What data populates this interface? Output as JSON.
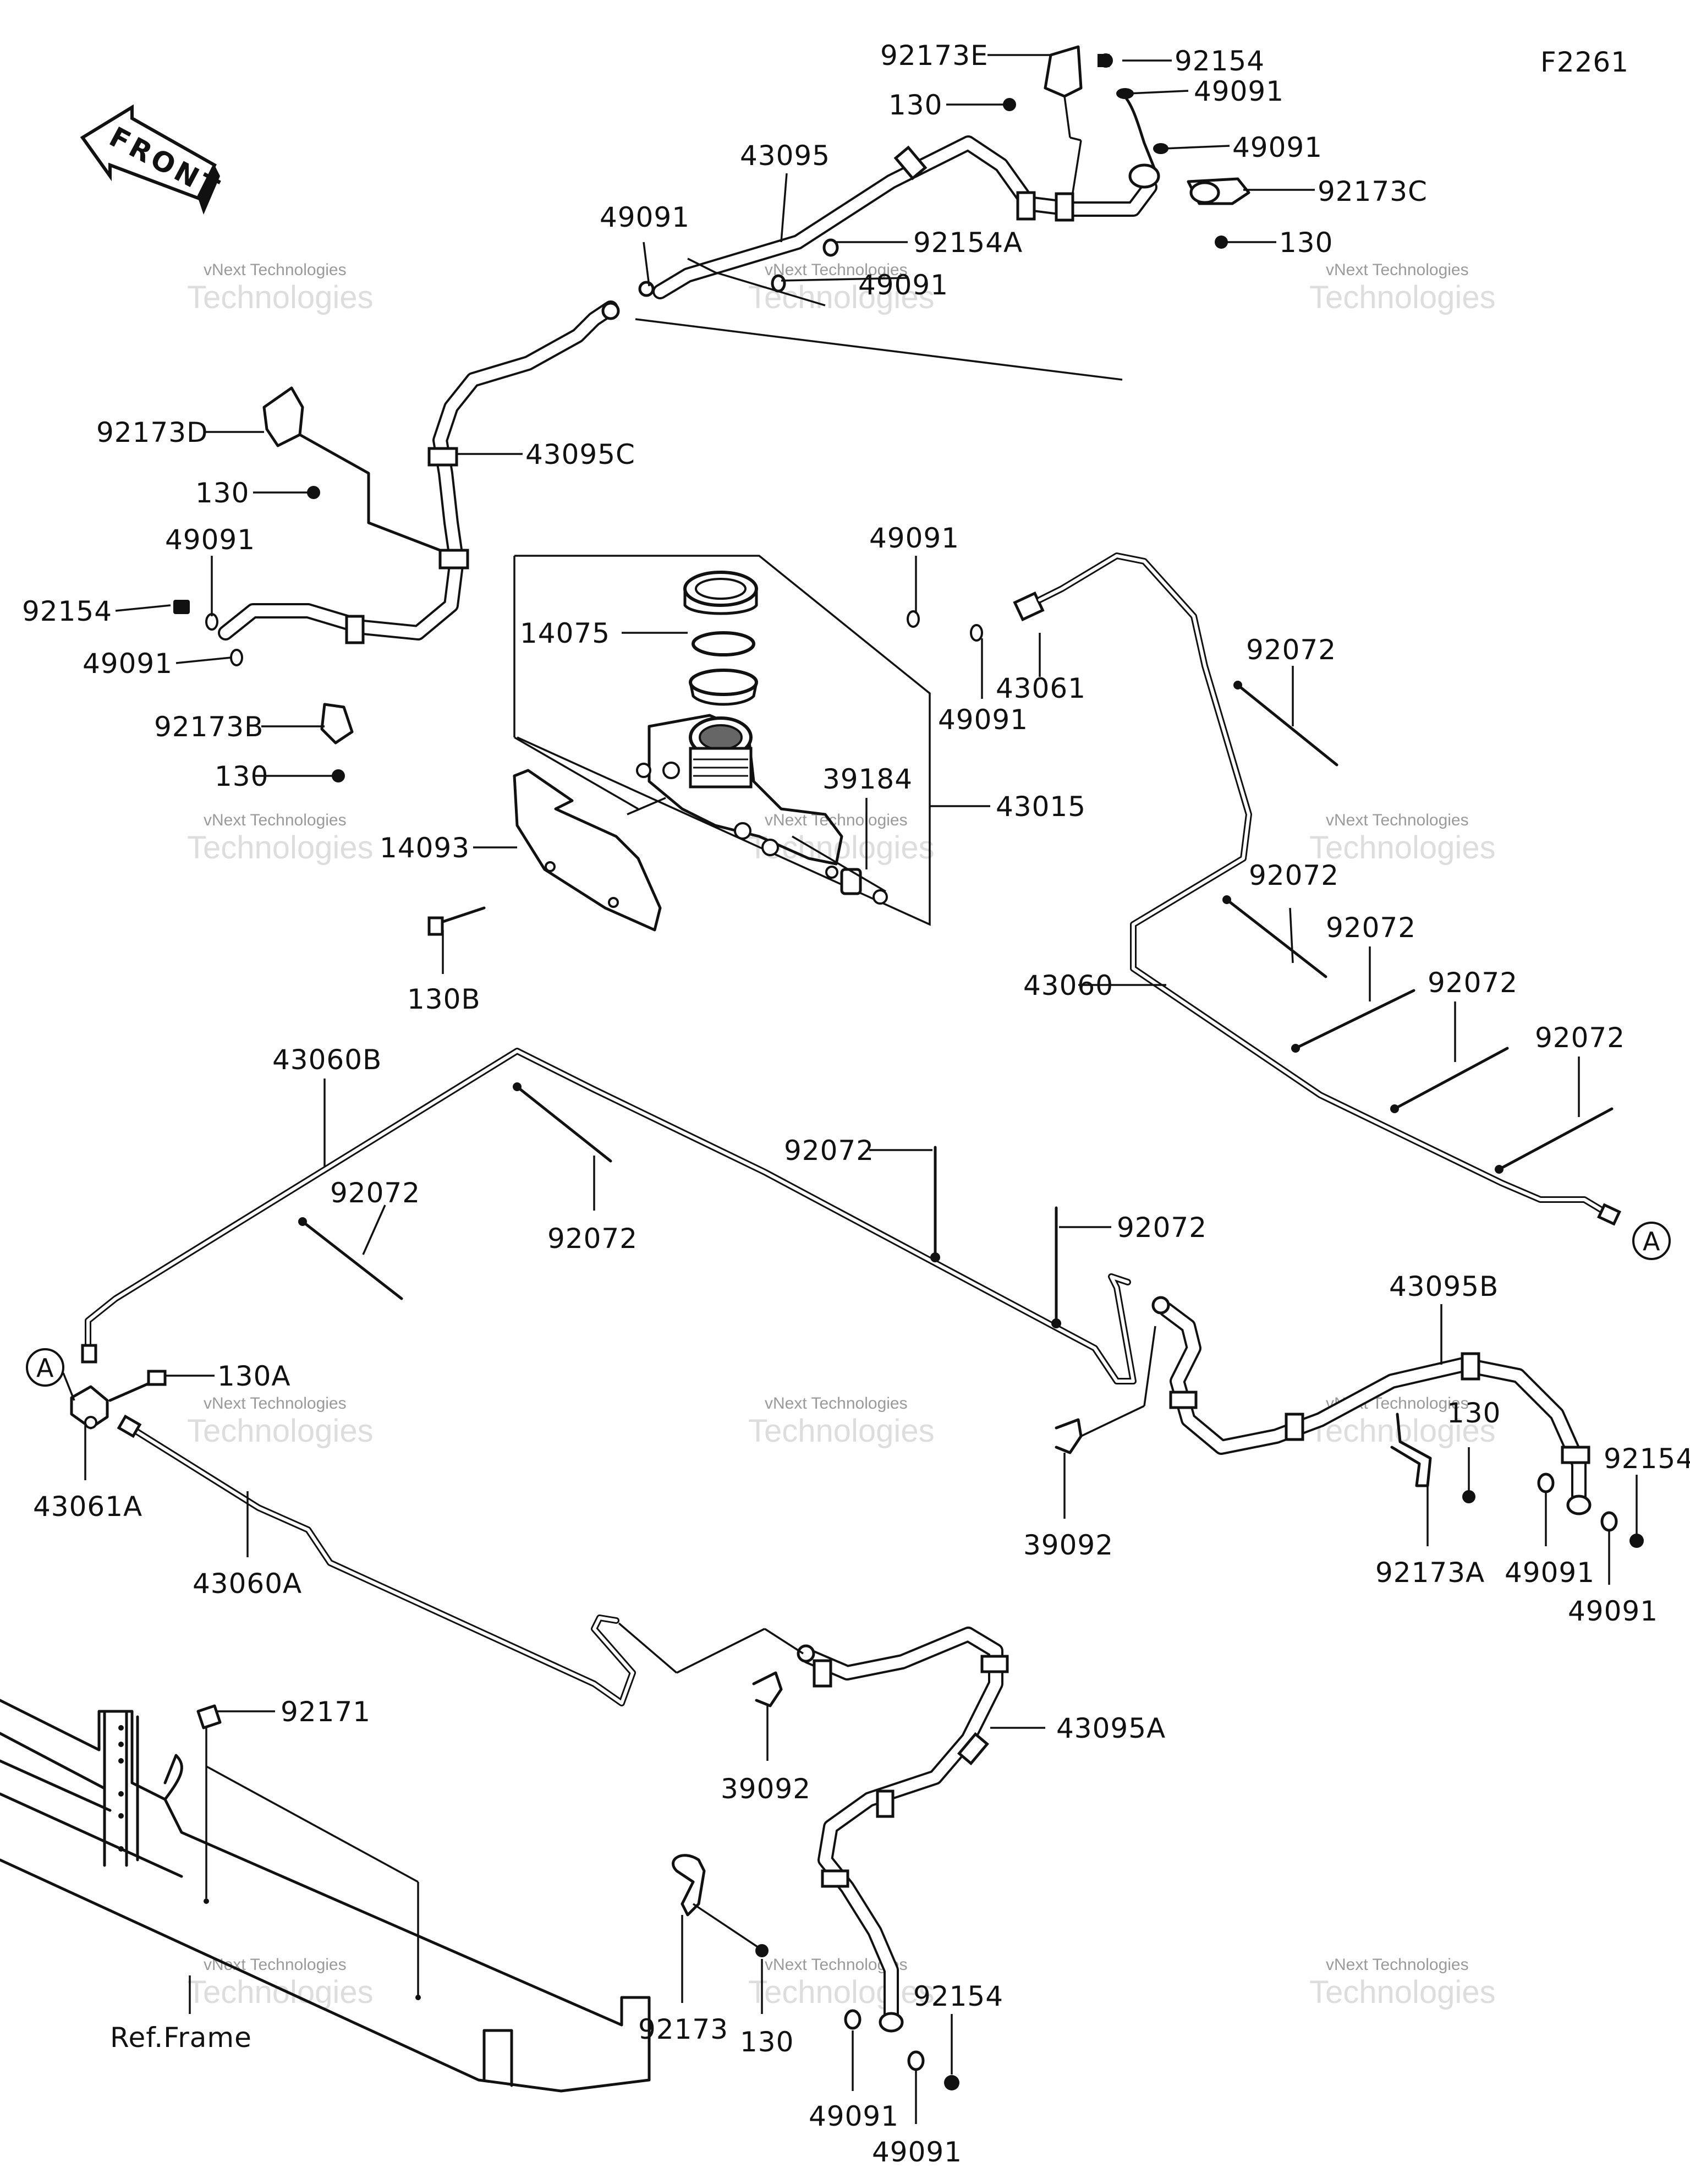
{
  "figure_code": "F2261",
  "front_label": "FRONT",
  "circle_ref": "A",
  "ref_frame": "Ref.Frame",
  "watermark": {
    "line1": "vNext Technologies",
    "line2": "Technologies"
  },
  "labels": {
    "l_92173E": "92173E",
    "l_92154_top": "92154",
    "l_130_top": "130",
    "l_49091_top1": "49091",
    "l_49091_top2": "49091",
    "l_92173C": "92173C",
    "l_130_right": "130",
    "l_43095": "43095",
    "l_49091_left": "49091",
    "l_92154A": "92154A",
    "l_49091_mid": "49091",
    "l_92173D": "92173D",
    "l_130_d": "130",
    "l_43095C": "43095C",
    "l_49091_a": "49091",
    "l_92154_left": "92154",
    "l_49091_b": "49091",
    "l_92173B": "92173B",
    "l_130_b": "130",
    "l_49091_mc": "49091",
    "l_14075": "14075",
    "l_43061": "43061",
    "l_49091_mc2": "49091",
    "l_92072_1": "92072",
    "l_39184": "39184",
    "l_43015": "43015",
    "l_14093": "14093",
    "l_92072_2": "92072",
    "l_92072_3": "92072",
    "l_43060": "43060",
    "l_92072_4": "92072",
    "l_92072_5": "92072",
    "l_130B": "130B",
    "l_43060B": "43060B",
    "l_92072_6": "92072",
    "l_92072_7": "92072",
    "l_92072_8": "92072",
    "l_92072_9": "92072",
    "l_43095B": "43095B",
    "l_130A": "130A",
    "l_43061A": "43061A",
    "l_39092_r": "39092",
    "l_130_mid": "130",
    "l_92154_r": "92154",
    "l_92173A": "92173A",
    "l_49091_r1": "49091",
    "l_49091_r2": "49091",
    "l_43060A": "43060A",
    "l_92171": "92171",
    "l_43095A": "43095A",
    "l_39092_b": "39092",
    "l_92173": "92173",
    "l_130_bot": "130",
    "l_92154_bot": "92154",
    "l_49091_bot1": "49091",
    "l_49091_bot2": "49091"
  }
}
